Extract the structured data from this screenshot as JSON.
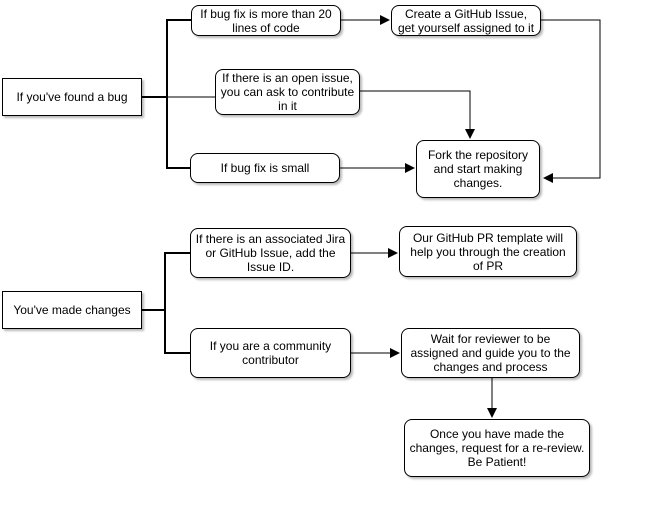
{
  "diagram": {
    "type": "flowchart",
    "colors": {
      "background": "#ffffff",
      "node_fill": "#ffffff",
      "node_stroke": "#000000",
      "text": "#000000",
      "edge": "#000000"
    },
    "nodes": {
      "found_bug": {
        "label": "If you've found a bug"
      },
      "bugfix_20": {
        "label": "If bug fix is more than 20 lines of code"
      },
      "open_issue": {
        "label": "If there is an open issue, you can ask to contribute in it"
      },
      "bugfix_small": {
        "label": "If bug fix is small"
      },
      "create_issue": {
        "label": "Create a GitHub Issue, get yourself assigned to it"
      },
      "fork_repo": {
        "label": "Fork the repository and start making changes."
      },
      "made_changes": {
        "label": "You've made changes"
      },
      "jira_issue": {
        "label": "If there is an associated Jira or GitHub Issue, add the Issue ID."
      },
      "pr_template": {
        "label": "Our GitHub PR template will help you through the creation of PR"
      },
      "community": {
        "label": "If you are a community contributor"
      },
      "wait_reviewer": {
        "label": "Wait for reviewer to be assigned and guide you to the changes and process"
      },
      "rereview": {
        "label": "Once you have made the changes, request for a re-review. Be Patient!"
      }
    },
    "edges": [
      {
        "from": "found_bug",
        "to": "bugfix_20",
        "arrow": false
      },
      {
        "from": "found_bug",
        "to": "open_issue",
        "arrow": false
      },
      {
        "from": "found_bug",
        "to": "bugfix_small",
        "arrow": false
      },
      {
        "from": "bugfix_20",
        "to": "create_issue",
        "arrow": true
      },
      {
        "from": "create_issue",
        "to": "fork_repo",
        "arrow": true
      },
      {
        "from": "open_issue",
        "to": "fork_repo",
        "arrow": true
      },
      {
        "from": "bugfix_small",
        "to": "fork_repo",
        "arrow": true
      },
      {
        "from": "made_changes",
        "to": "jira_issue",
        "arrow": false
      },
      {
        "from": "made_changes",
        "to": "community",
        "arrow": false
      },
      {
        "from": "jira_issue",
        "to": "pr_template",
        "arrow": true
      },
      {
        "from": "community",
        "to": "wait_reviewer",
        "arrow": true
      },
      {
        "from": "wait_reviewer",
        "to": "rereview",
        "arrow": true
      }
    ]
  }
}
